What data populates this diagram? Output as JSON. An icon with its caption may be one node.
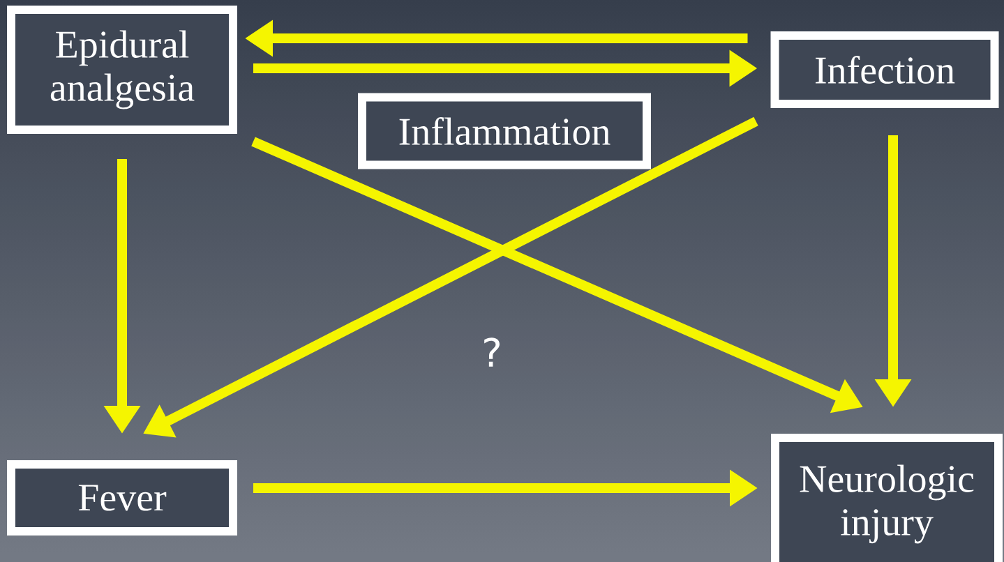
{
  "diagram": {
    "nodes": [
      {
        "text": [
          "Epidural analgesia"
        ]
      },
      {
        "text": [
          "Infection"
        ]
      },
      {
        "text": [
          "Inflammation"
        ]
      },
      {
        "text": [
          "Fever"
        ]
      },
      {
        "text": [
          "Neurologic injury"
        ]
      }
    ],
    "edges": [
      {
        "from": 1,
        "to": 0,
        "arrow": "to"
      },
      {
        "from": 0,
        "to": 1,
        "arrow": "to"
      },
      {
        "from": 0,
        "to": 3,
        "arrow": "to"
      },
      {
        "from": 1,
        "to": 3,
        "arrow": "to"
      },
      {
        "from": 0,
        "to": 4,
        "arrow": "to"
      },
      {
        "from": 1,
        "to": 4,
        "arrow": "to"
      },
      {
        "from": 3,
        "to": 4,
        "arrow": "to"
      }
    ],
    "labels": [
      "?"
    ]
  }
}
